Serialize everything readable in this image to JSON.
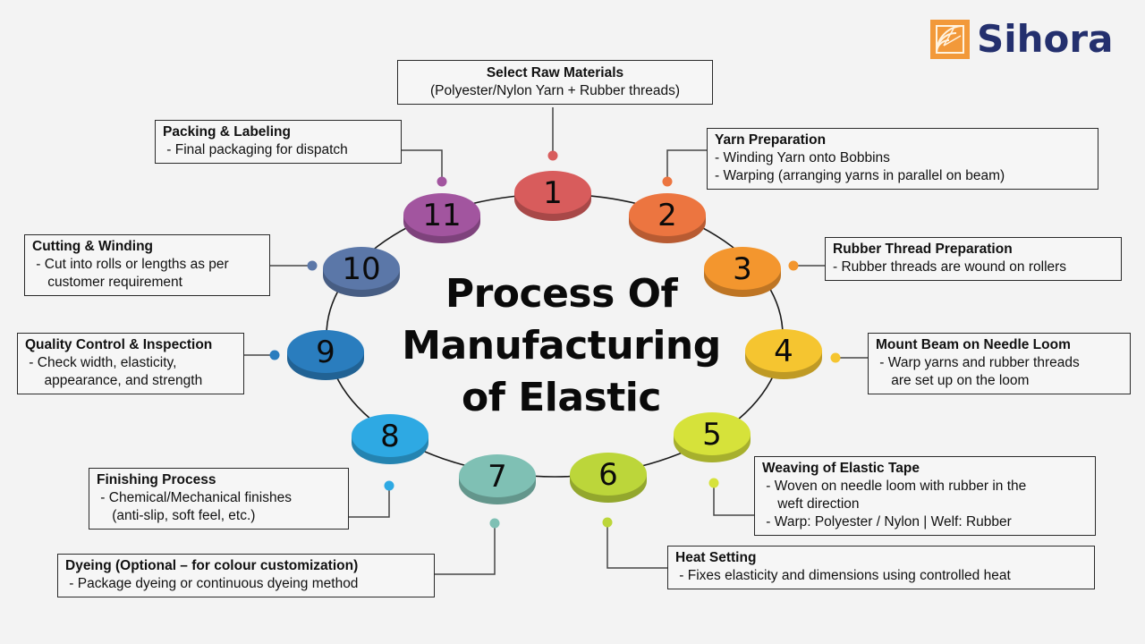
{
  "brand": {
    "logo_icon": "sunburst-square-icon",
    "name": "Sihora",
    "colors": {
      "mark": "#f2993a",
      "text": "#24306e"
    }
  },
  "title": {
    "lines": [
      "Process Of",
      "Manufacturing",
      "of Elastic"
    ]
  },
  "steps": [
    {
      "number": "1",
      "color": "#d85c5c",
      "title": "Select Raw Materials",
      "lines": [
        "(Polyester/Nylon Yarn + Rubber threads)"
      ]
    },
    {
      "number": "2",
      "color": "#ec7540",
      "title": "Yarn Preparation",
      "lines": [
        "- Winding Yarn onto Bobbins",
        "- Warping (arranging yarns in parallel on beam)"
      ]
    },
    {
      "number": "3",
      "color": "#f3962e",
      "title": "Rubber Thread Preparation",
      "lines": [
        "- Rubber threads are wound on rollers"
      ]
    },
    {
      "number": "4",
      "color": "#f5c530",
      "title": "Mount Beam on Needle Loom",
      "lines": [
        " - Warp yarns and rubber threads",
        "    are set up on the loom"
      ]
    },
    {
      "number": "5",
      "color": "#d6e23a",
      "title": "Weaving of Elastic Tape",
      "lines": [
        " - Woven on needle loom with rubber in the",
        "    weft direction",
        " - Warp: Polyester / Nylon | Welf: Rubber"
      ]
    },
    {
      "number": "6",
      "color": "#bcd63a",
      "title": "Heat Setting",
      "lines": [
        " - Fixes elasticity and dimensions using controlled heat"
      ]
    },
    {
      "number": "7",
      "color": "#7fc0b4",
      "title": "Dyeing (Optional – for colour customization)",
      "lines": [
        " - Package dyeing or continuous dyeing method"
      ]
    },
    {
      "number": "8",
      "color": "#2ea9e3",
      "title": "Finishing Process",
      "lines": [
        " - Chemical/Mechanical finishes",
        "    (anti-slip, soft feel, etc.)"
      ]
    },
    {
      "number": "9",
      "color": "#2a7dbe",
      "title": "Quality Control & Inspection",
      "lines": [
        " - Check width, elasticity,",
        "     appearance, and strength"
      ]
    },
    {
      "number": "10",
      "color": "#5b77a8",
      "title": "Cutting & Winding",
      "lines": [
        " - Cut into rolls or lengths as per",
        "    customer requirement"
      ]
    },
    {
      "number": "11",
      "color": "#a2559f",
      "title": "Packing & Labeling",
      "lines": [
        " - Final packaging for dispatch"
      ]
    }
  ]
}
